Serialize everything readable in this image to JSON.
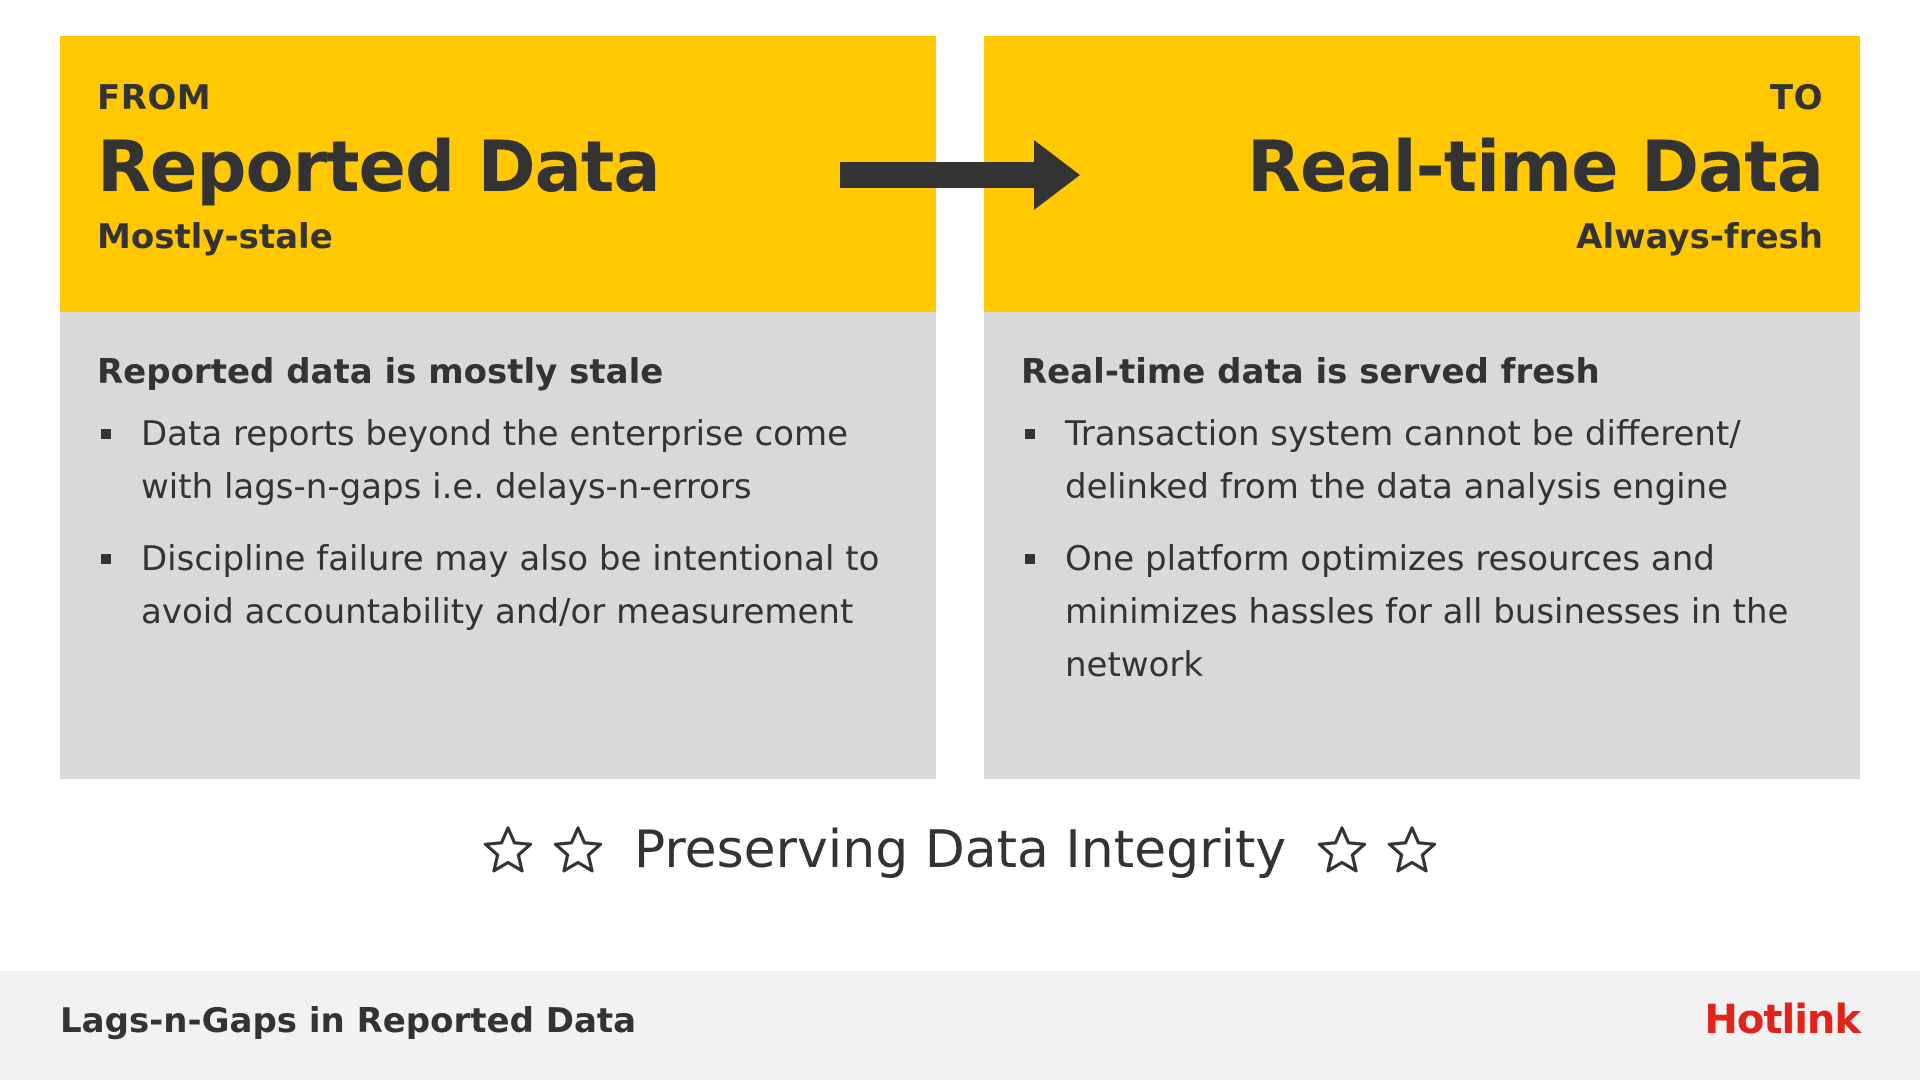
{
  "left_card": {
    "kicker": "FROM",
    "heading": "Reported Data",
    "subheading": "Mostly-stale",
    "body_title": "Reported data is mostly stale",
    "bullets": [
      "Data reports beyond the enterprise come with lags-n-gaps i.e. delays-n-errors",
      "Discipline failure may also be intentional to avoid accountability and/or measurement"
    ]
  },
  "right_card": {
    "kicker": "TO",
    "heading": "Real-time Data",
    "subheading": "Always-fresh",
    "body_title": "Real-time data is served fresh",
    "bullets": [
      "Transaction system cannot be different/ delinked from the data analysis engine",
      "One platform optimizes resources and minimizes hassles for all businesses in the network"
    ]
  },
  "tagline": {
    "text": "Preserving Data Integrity",
    "icon": "star-outline-icon"
  },
  "footer": {
    "title": "Lags-n-Gaps in Reported Data",
    "logo": "Hotlink"
  },
  "colors": {
    "accent_yellow": "#ffc800",
    "panel_gray": "#d9d9d9",
    "footer_gray": "#f2f2f2",
    "text_dark": "#333333",
    "logo_red": "#e2231a"
  }
}
